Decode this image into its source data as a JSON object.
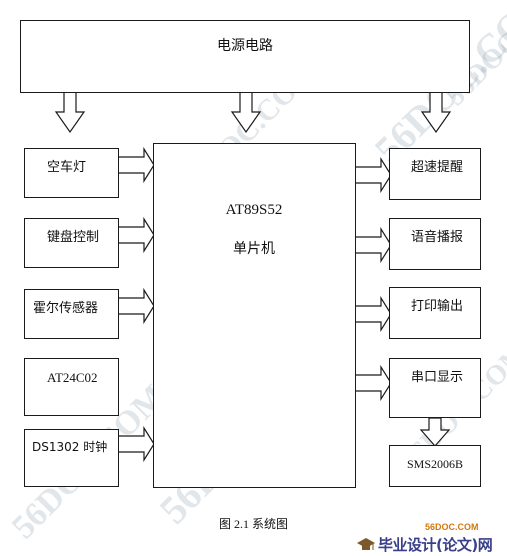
{
  "diagram": {
    "power_block": "电源电路",
    "mcu": {
      "model": "AT89S52",
      "name": "单片机"
    },
    "inputs": [
      "空车灯",
      "键盘控制",
      "霍尔传感器",
      "AT24C02",
      "DS1302 时钟"
    ],
    "outputs": [
      "超速提醒",
      "语音播报",
      "打印输出",
      "串口显示"
    ],
    "display_module": "SMS2006B",
    "caption": "图 2.1  系统图"
  },
  "watermarks": [
    "56DOC.COM",
    "56DOC.COM",
    "56DOC.COM",
    "56DOC.COM",
    "56DOC.COM",
    "56DOC.COM"
  ],
  "footer": {
    "site": "56DOC.COM",
    "brand": "毕业设计(论文)网"
  }
}
